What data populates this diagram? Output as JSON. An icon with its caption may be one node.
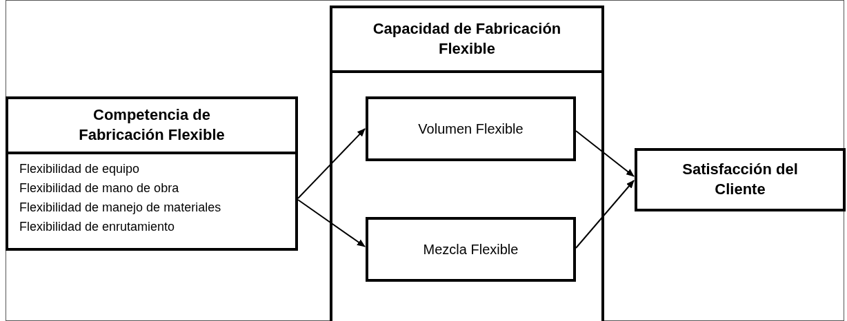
{
  "diagram": {
    "nodes": [
      {
        "text": [
          "Competencia de Fabricación Flexible",
          "Flexibilidad de equipo",
          "Flexibilidad de mano de obra",
          "Flexibilidad de manejo de materiales",
          "Flexibilidad de enrutamiento"
        ]
      },
      {
        "text": [
          "Capacidad de Fabricación Flexible"
        ]
      },
      {
        "text": [
          "Volumen Flexible"
        ],
        "in": 1
      },
      {
        "text": [
          "Mezcla Flexible"
        ],
        "in": 1
      },
      {
        "text": [
          "Satisfacción del Cliente"
        ]
      }
    ],
    "edges": [
      {
        "from": 0,
        "to": 2,
        "arrow": "to"
      },
      {
        "from": 0,
        "to": 3,
        "arrow": "to"
      },
      {
        "from": 2,
        "to": 4,
        "arrow": "to"
      },
      {
        "from": 3,
        "to": 4,
        "arrow": "to"
      }
    ]
  }
}
